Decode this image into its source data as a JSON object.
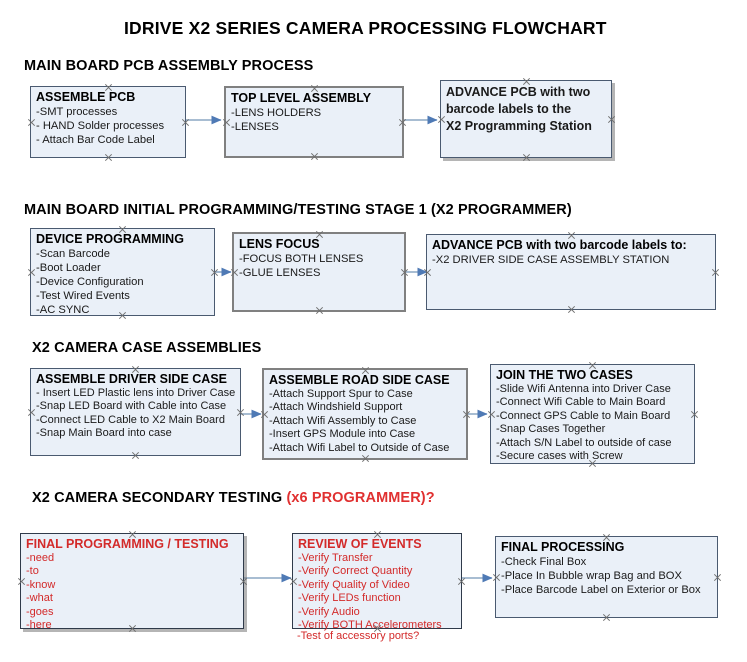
{
  "document": {
    "title": "IDRIVE X2  SERIES CAMERA PROCESSING FLOWCHART",
    "accent_color": "#d32a2a",
    "box_fill": "#eaf0f8",
    "arrow_color": "#8ba7c4"
  },
  "sections": [
    {
      "id": "main-board-pcb-assembly",
      "title": "MAIN BOARD PCB ASSEMBLY PROCESS",
      "title_accent": ""
    },
    {
      "id": "main-board-initial-programming",
      "title": "MAIN BOARD INITIAL PROGRAMMING/TESTING STAGE 1 (X2 PROGRAMMER)",
      "title_accent": ""
    },
    {
      "id": "x2-camera-case-assemblies",
      "title": "X2 CAMERA CASE ASSEMBLIES",
      "title_accent": ""
    },
    {
      "id": "x2-camera-secondary-testing",
      "title": "X2 CAMERA SECONDARY TESTING ",
      "title_accent": "(x6 PROGRAMMER)?"
    }
  ],
  "boxes": {
    "assemble_pcb": {
      "title": "ASSEMBLE PCB",
      "lines": [
        "-SMT processes",
        "- HAND Solder processes",
        "- Attach Bar Code Label"
      ]
    },
    "top_level_assembly": {
      "title": "TOP LEVEL ASSEMBLY",
      "lines": [
        "-LENS HOLDERS",
        "-LENSES"
      ]
    },
    "advance_pcb_station": {
      "title": "",
      "lines": [
        "ADVANCE PCB with two",
        "barcode labels to the",
        " X2 Programming Station"
      ]
    },
    "device_programming": {
      "title": "DEVICE PROGRAMMING",
      "lines": [
        "-Scan Barcode",
        "-Boot Loader",
        "-Device Configuration",
        "-Test Wired Events",
        "-AC SYNC"
      ]
    },
    "lens_focus": {
      "title": "LENS FOCUS",
      "lines": [
        "-FOCUS BOTH LENSES",
        "-GLUE LENSES"
      ]
    },
    "advance_pcb_driver_side": {
      "title": "ADVANCE PCB with two barcode labels to:",
      "lines": [
        "-X2 DRIVER  SIDE  CASE  ASSEMBLY STATION"
      ]
    },
    "assemble_driver_side_case": {
      "title": "ASSEMBLE DRIVER SIDE CASE",
      "lines": [
        "- Insert LED Plastic lens into Driver Case",
        "-Snap LED Board with Cable into Case",
        "-Connect LED Cable to X2 Main Board",
        "-Snap Main Board into case"
      ]
    },
    "assemble_road_side_case": {
      "title": "ASSEMBLE ROAD SIDE CASE",
      "lines": [
        "-Attach Support Spur to Case",
        "-Attach Windshield Support",
        "-Attach Wifi Assembly to Case",
        "-Insert GPS Module into Case",
        "-Attach Wifi Label to Outside of Case"
      ]
    },
    "join_the_two_cases": {
      "title": "JOIN THE TWO CASES",
      "lines": [
        "-Slide Wifi Antenna into Driver Case",
        "-Connect Wifi Cable to Main Board",
        "-Connect GPS Cable to Main Board",
        "-Snap Cases Together",
        "-Attach S/N Label to outside of case",
        "-Secure cases with Screw"
      ]
    },
    "final_programming_testing": {
      "title": "FINAL PROGRAMMING / TESTING",
      "lines": [
        "-need",
        "-to",
        "-know",
        "-what",
        "-goes",
        "-here"
      ]
    },
    "review_of_events": {
      "title": "REVIEW OF EVENTS",
      "lines": [
        "-Verify Transfer",
        "-Verify Correct Quantity",
        "-Verify Quality of Video",
        "-Verify LEDs function",
        "-Verify Audio",
        "-Verify BOTH Accelerometers"
      ],
      "overflow_line": "-Test of accessory ports?"
    },
    "final_processing": {
      "title": "FINAL PROCESSING",
      "lines": [
        "-Check Final Box",
        "-Place In Bubble wrap Bag and BOX",
        "-Place Barcode Label on Exterior or Box"
      ]
    }
  }
}
